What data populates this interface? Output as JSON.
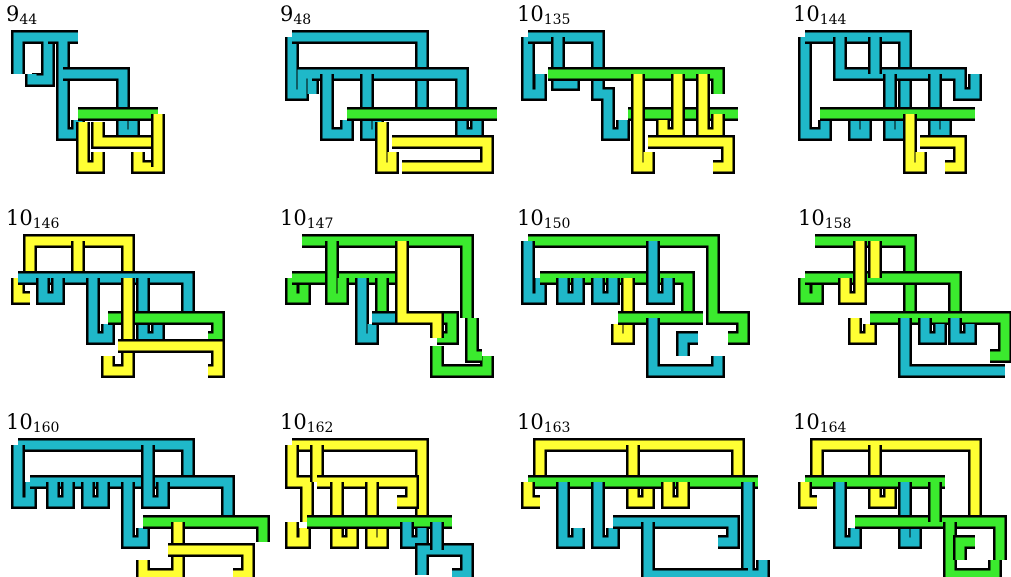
{
  "colors": {
    "cyan": "#1fb8c9",
    "green": "#3bea2e",
    "yellow": "#ffff33",
    "outline": "#000000"
  },
  "knots": [
    {
      "id": "k9_44",
      "base": "9",
      "index": "44"
    },
    {
      "id": "k9_48",
      "base": "9",
      "index": "48"
    },
    {
      "id": "k10_135",
      "base": "10",
      "index": "135"
    },
    {
      "id": "k10_144",
      "base": "10",
      "index": "144"
    },
    {
      "id": "k10_146",
      "base": "10",
      "index": "146"
    },
    {
      "id": "k10_147",
      "base": "10",
      "index": "147"
    },
    {
      "id": "k10_150",
      "base": "10",
      "index": "150"
    },
    {
      "id": "k10_158",
      "base": "10",
      "index": "158"
    },
    {
      "id": "k10_160",
      "base": "10",
      "index": "160"
    },
    {
      "id": "k10_162",
      "base": "10",
      "index": "162"
    },
    {
      "id": "k10_163",
      "base": "10",
      "index": "163"
    },
    {
      "id": "k10_164",
      "base": "10",
      "index": "164"
    }
  ]
}
